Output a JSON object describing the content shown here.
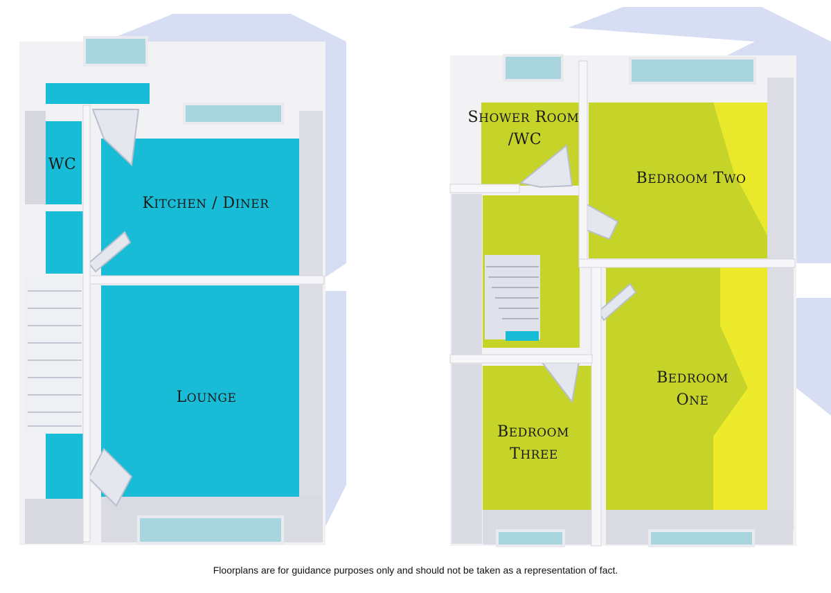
{
  "colors": {
    "ground_floor": "#18bcd6",
    "first_floor": "#c8d62a",
    "first_floor_light": "#e8e62a",
    "wall": "#f2f2f4",
    "wall_shadow": "#c9cad6",
    "window_glass": "#9ccfd9",
    "shadow": "#c9d4ef"
  },
  "ground_floor": {
    "rooms": {
      "wc": "WC",
      "kitchen_diner": "Kitchen / Diner",
      "lounge": "Lounge"
    }
  },
  "first_floor": {
    "rooms": {
      "shower_room": {
        "line1": "Shower Room",
        "line2": "/WC"
      },
      "bedroom_two": "Bedroom Two",
      "bedroom_one": {
        "line1": "Bedroom",
        "line2": "One"
      },
      "bedroom_three": {
        "line1": "Bedroom",
        "line2": "Three"
      }
    }
  },
  "disclaimer": "Floorplans are for guidance purposes only and should not be taken as a representation of fact."
}
